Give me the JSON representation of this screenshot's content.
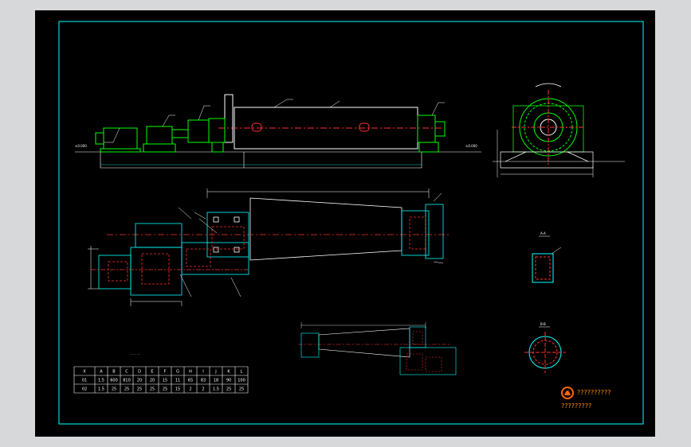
{
  "colors": {
    "canvas": "#d6d8da",
    "sheet": "#000000",
    "frame": "#00ffff",
    "green": "#00ff00",
    "white": "#ffffff",
    "red": "#ff3030",
    "logo": "#ff6600",
    "stamp_text": "#ff8800"
  },
  "table": {
    "header": [
      "X",
      "A",
      "B",
      "C",
      "D",
      "E",
      "F",
      "G",
      "H",
      "I",
      "J",
      "K",
      "L"
    ],
    "row1": [
      "01",
      "1.5",
      "600",
      "810",
      "20",
      "20",
      "15",
      "11",
      "65",
      "83",
      "18",
      "90",
      "100"
    ],
    "row2": [
      "02",
      "1.5",
      "25",
      "25",
      "25",
      "25",
      "25",
      "15",
      "2",
      "2",
      "1.5",
      "25",
      "25"
    ]
  },
  "stamp": {
    "top": "??????????",
    "bottom": "?????????"
  }
}
